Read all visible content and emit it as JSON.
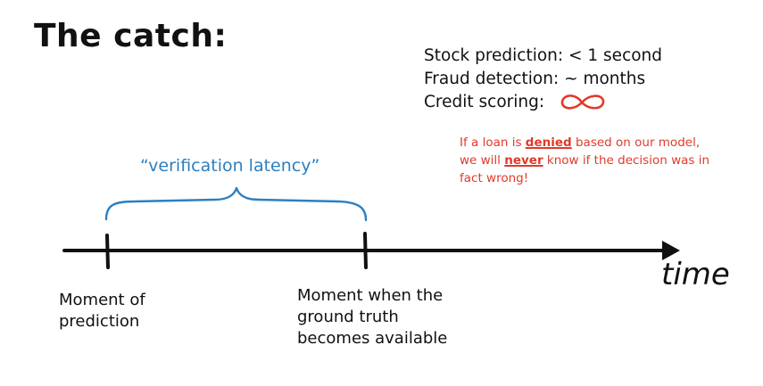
{
  "title": "The catch:",
  "latency_examples": [
    {
      "text": "Stock prediction: < 1 second"
    },
    {
      "text": "Fraud detection: ~ months"
    },
    {
      "text": "Credit scoring:",
      "symbol": "infinity-icon"
    }
  ],
  "warning_note": {
    "line1_before": "If a loan is ",
    "line1_emph": "denied",
    "line1_after": " based on our model,",
    "line2_before": "we will ",
    "line2_emph": "never",
    "line2_after": " know if the decision was in",
    "line3": "fact wrong!"
  },
  "brace_label": "“verification latency”",
  "axis_label": "time",
  "events": [
    {
      "line1": "Moment of",
      "line2": "prediction"
    },
    {
      "line1": "Moment when the",
      "line2": "ground truth",
      "line3": "becomes available"
    }
  ],
  "colors": {
    "ink": "#111111",
    "brace": "#2c7fc0",
    "warning": "#e03a2a"
  }
}
